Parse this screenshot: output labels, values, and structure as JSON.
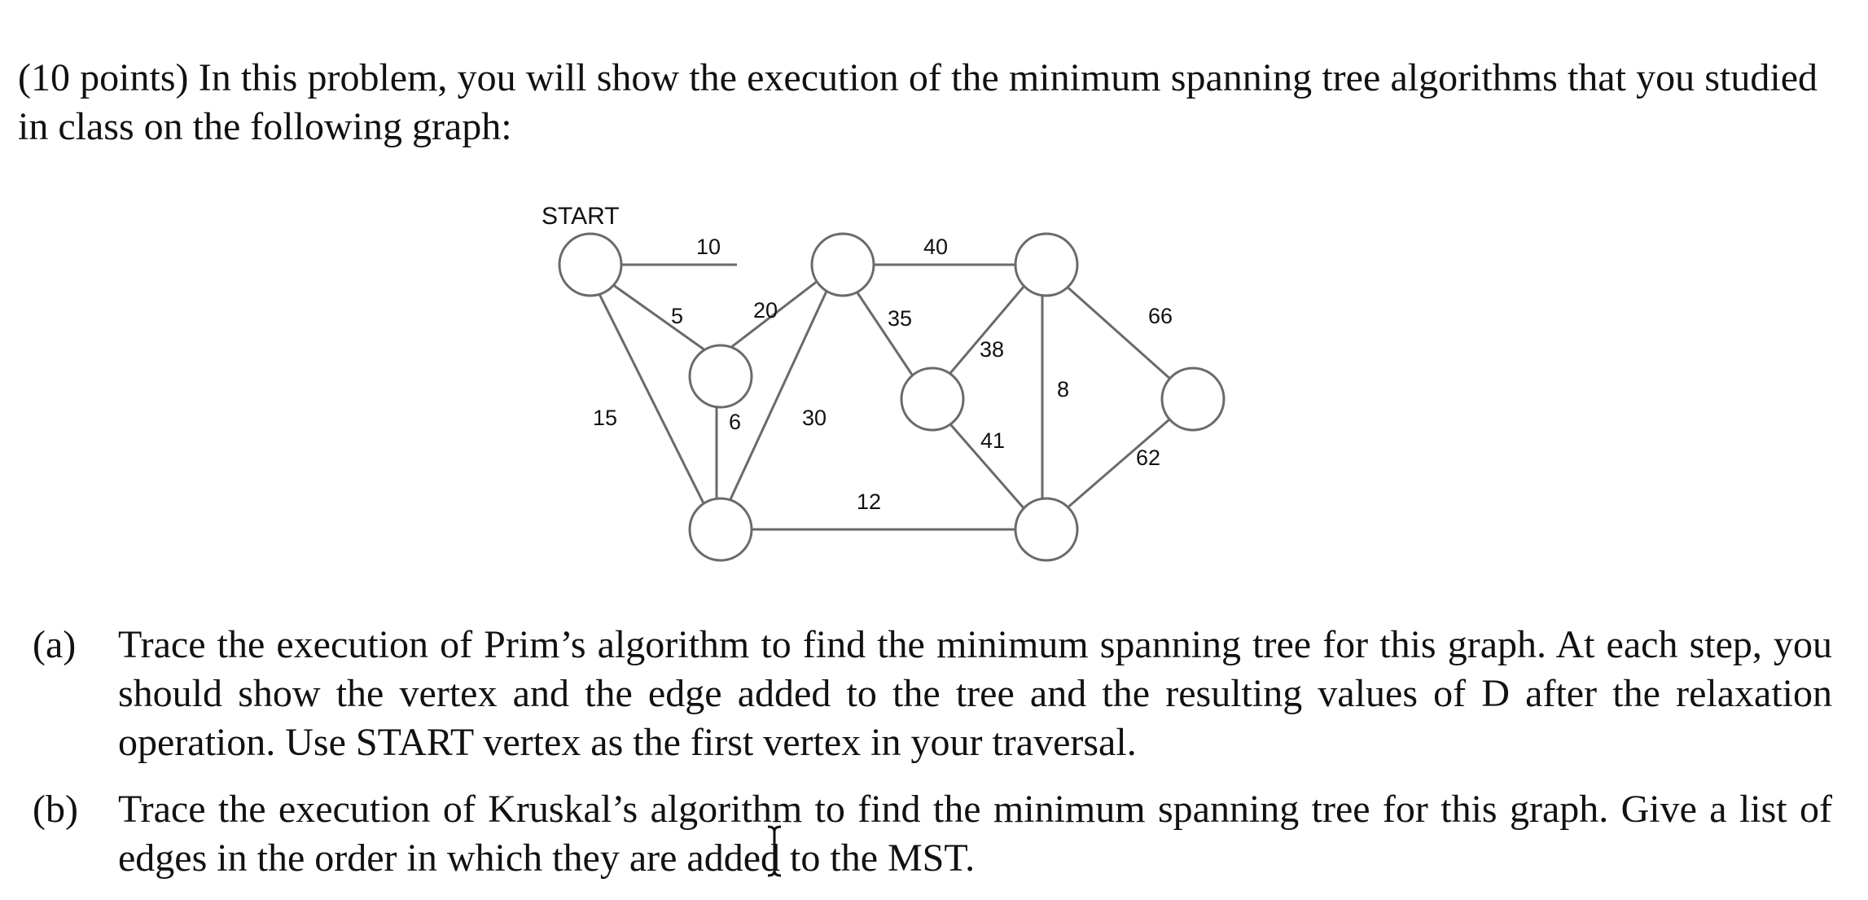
{
  "problem": {
    "intro": "(10 points) In this problem, you will show the execution of the minimum spanning tree algorithms that you studied in class on the following graph:",
    "parts": [
      {
        "label": "(a)",
        "text": "Trace the execution of Prim’s algorithm to find the minimum spanning tree for this graph. At each step, you should show the vertex and the edge added to the tree and the resulting values of D after the relaxation operation. Use START vertex as the first vertex in your traversal."
      },
      {
        "label": "(b)",
        "text": "Trace the execution of Kruskal’s algorithm to find the minimum spanning tree for this graph. Give a list of edges in the order in which they are added to the MST."
      }
    ]
  },
  "graph": {
    "start_label": "START",
    "weights": [
      "10",
      "5",
      "20",
      "15",
      "6",
      "30",
      "40",
      "35",
      "38",
      "8",
      "41",
      "12",
      "66",
      "62"
    ]
  },
  "colors": {
    "text": "#111111",
    "graph_stroke": "#6a6a6a",
    "node_fill": "#ffffff"
  }
}
